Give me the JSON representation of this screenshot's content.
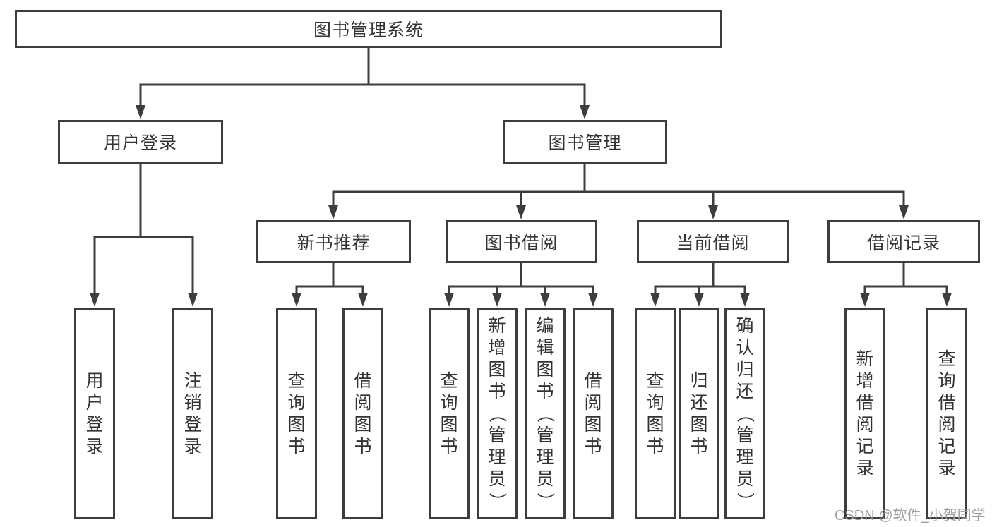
{
  "diagram": {
    "root": {
      "label": "图书管理系统"
    },
    "branches": [
      {
        "label": "用户登录",
        "children": [
          "用户登录",
          "注销登录"
        ]
      },
      {
        "label": "图书管理",
        "children": [
          {
            "label": "新书推荐",
            "children": [
              "查询图书",
              "借阅图书"
            ]
          },
          {
            "label": "图书借阅",
            "children": [
              "查询图书",
              "新增图书（管理员）",
              "编辑图书（管理员）",
              "借阅图书"
            ]
          },
          {
            "label": "当前借阅",
            "children": [
              "查询图书",
              "归还图书",
              "确认归还（管理员）"
            ]
          },
          {
            "label": "借阅记录",
            "children": [
              "新增借阅记录",
              "查询借阅记录"
            ]
          }
        ]
      }
    ]
  },
  "watermark": {
    "text": "CSDN @软件_小贺同学"
  },
  "colors": {
    "line": "#3d3d3d",
    "text": "#333333",
    "background": "#ffffff",
    "watermark": "#9e9e9e"
  }
}
